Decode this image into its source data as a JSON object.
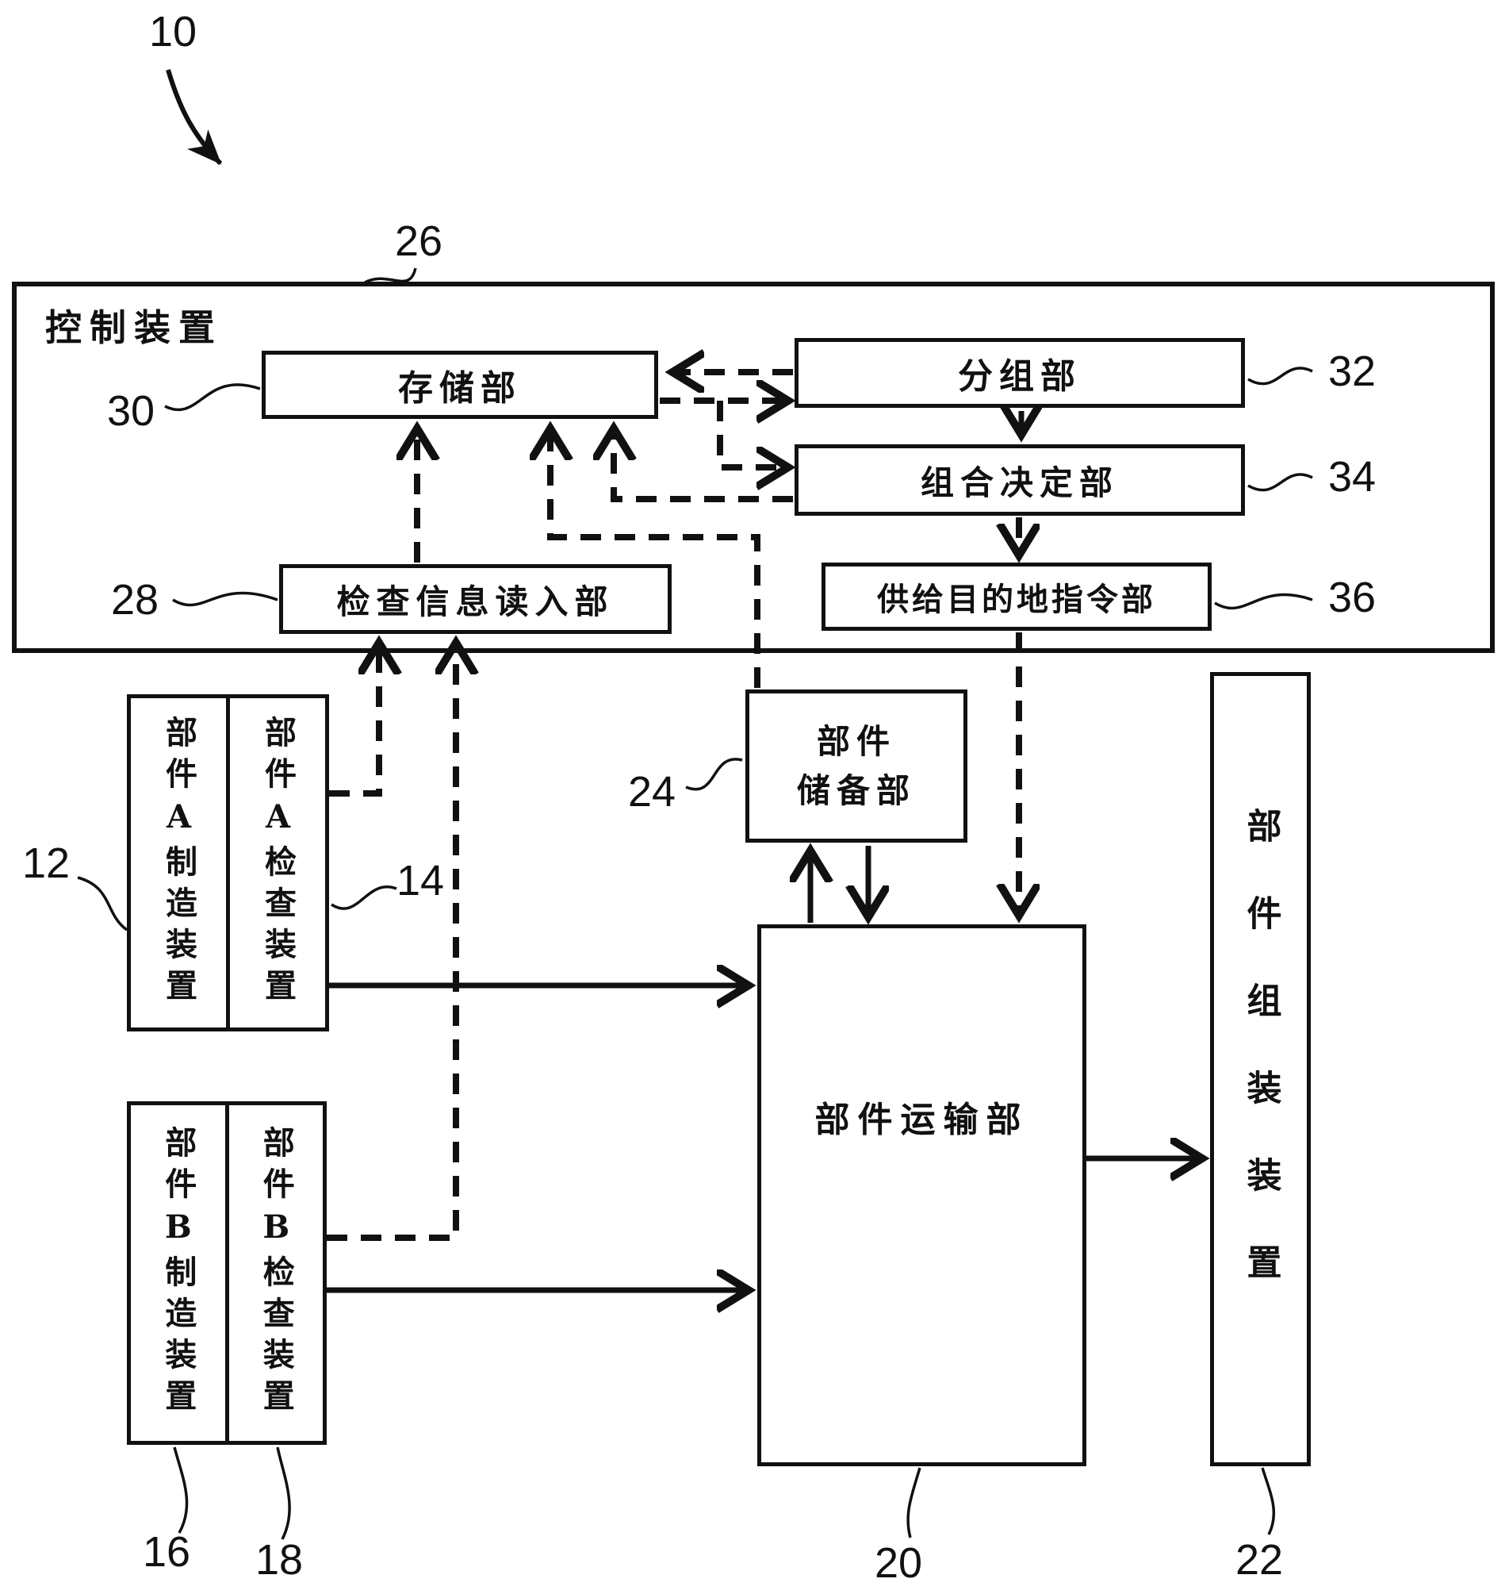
{
  "figure": {
    "ref": "10"
  },
  "controller": {
    "label": "控制装置",
    "ref": "26"
  },
  "storage": {
    "label": "存储部",
    "ref": "30"
  },
  "grouping": {
    "label": "分组部",
    "ref": "32"
  },
  "combiner": {
    "label": "组合决定部",
    "ref": "34"
  },
  "reader": {
    "label": "检查信息读入部",
    "ref": "28"
  },
  "supply": {
    "label": "供给目的地指令部",
    "ref": "36"
  },
  "partA_mfg": {
    "label": "部件A制造装置",
    "ref": "12"
  },
  "partA_insp": {
    "label": "部件A检查装置",
    "ref": "14"
  },
  "partB_mfg": {
    "label": "部件B制造装置",
    "ref": "16"
  },
  "partB_insp": {
    "label": "部件B检查装置",
    "ref": "18"
  },
  "stock": {
    "label": "部件储备部",
    "line1": "部件",
    "line2": "储备部",
    "ref": "24"
  },
  "transport": {
    "label": "部件运输部",
    "ref": "20"
  },
  "assembly": {
    "label": "部件组装装置",
    "ref": "22"
  },
  "colors": {
    "ink": "#111111",
    "background": "#ffffff"
  }
}
